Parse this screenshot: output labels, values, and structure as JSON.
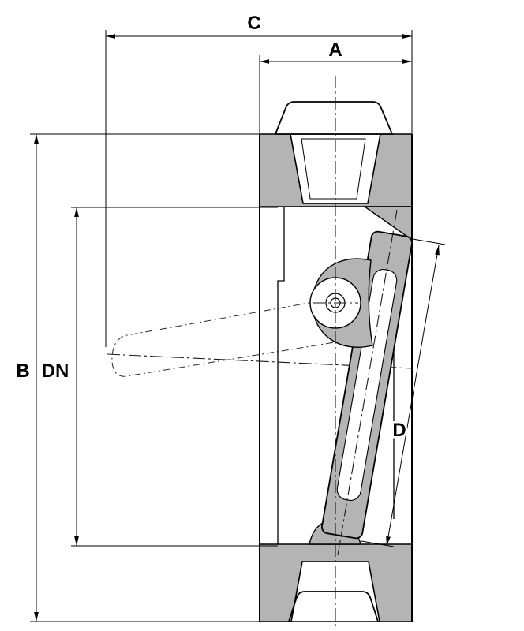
{
  "diagram": {
    "labels": {
      "c": "C",
      "a": "A",
      "b": "B",
      "dn": "DN",
      "d": "D"
    },
    "colors": {
      "body_fill": "#b4b4b4",
      "line": "#000000",
      "background": "#ffffff"
    }
  }
}
